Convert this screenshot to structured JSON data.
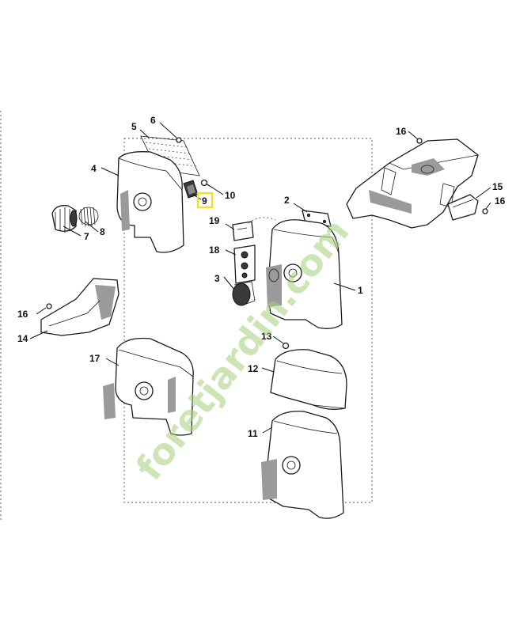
{
  "callouts": {
    "c1": "1",
    "c2": "2",
    "c3": "3",
    "c4": "4",
    "c5": "5",
    "c6": "6",
    "c7": "7",
    "c8": "8",
    "c9": "9",
    "c10": "10",
    "c11": "11",
    "c12": "12",
    "c13": "13",
    "c14": "14",
    "c15": "15",
    "c16a": "16",
    "c16b": "16",
    "c16c": "16",
    "c17": "17",
    "c18": "18",
    "c19": "19"
  },
  "highlighted_callout": "9",
  "highlight_color": "#f2e21a",
  "watermark": {
    "text": "foretjardin.com",
    "color": "#a6d17a"
  }
}
